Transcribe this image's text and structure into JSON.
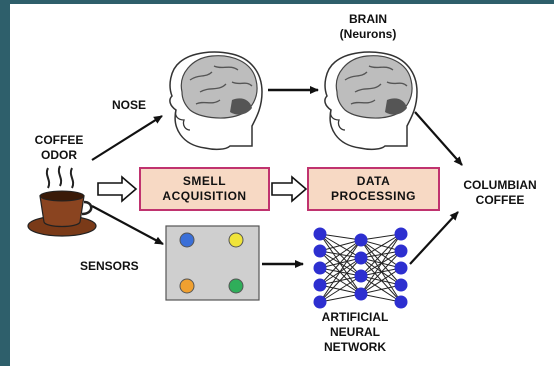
{
  "labels": {
    "brain_line1": "BRAIN",
    "brain_line2": "(Neurons)",
    "nose": "NOSE",
    "coffee_line1": "COFFEE",
    "coffee_line2": "ODOR",
    "columbian_line1": "COLUMBIAN",
    "columbian_line2": "COFFEE",
    "sensors": "SENSORS",
    "ann_line1": "ARTIFICIAL",
    "ann_line2": "NEURAL",
    "ann_line3": "NETWORK"
  },
  "boxes": {
    "smell_line1": "SMELL",
    "smell_line2": "ACQUISITION",
    "data_line1": "DATA",
    "data_line2": "PROCESSING"
  },
  "sensor_colors": [
    "#3a6fd8",
    "#f0e43a",
    "#f0a030",
    "#2fae5a"
  ],
  "colors": {
    "box_fill": "#f7d9c4",
    "box_border": "#c0336f",
    "neuron": "#2d2fd0",
    "background": "#2e5f6b"
  }
}
